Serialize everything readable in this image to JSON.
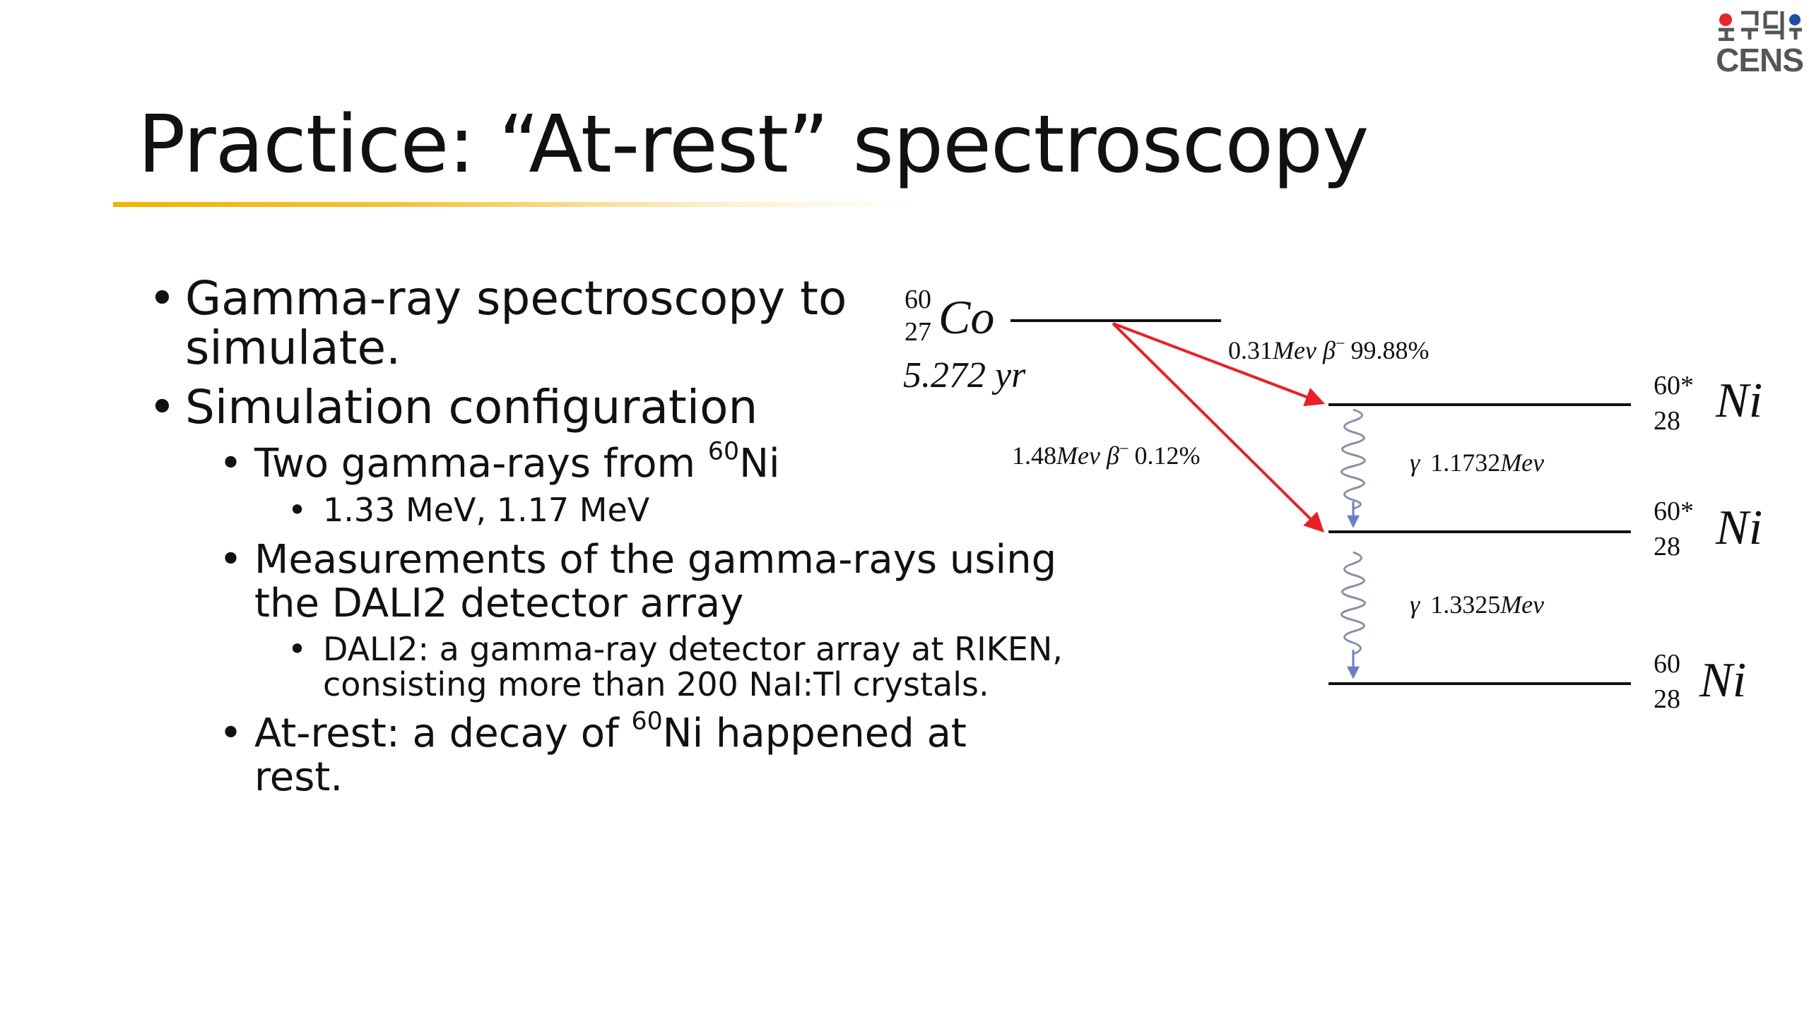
{
  "logo": {
    "text": "CENS"
  },
  "slide": {
    "title": "Practice: “At-rest” spectroscopy"
  },
  "bullets": {
    "b1": "Gamma-ray spectroscopy to simulate.",
    "b2": "Simulation configuration",
    "b2_1_pre": "Two gamma-rays from ",
    "b2_1_sup": "60",
    "b2_1_post": "Ni",
    "b2_1_1": "1.33 MeV, 1.17 MeV",
    "b2_2": "Measurements of the gamma-rays using the DALI2 detector array",
    "b2_2_1": "DALI2: a gamma-ray detector array at RIKEN, consisting more than 200 NaI:Tl crystals.",
    "b2_3_pre": "At-rest: a decay of ",
    "b2_3_sup": "60",
    "b2_3_post": "Ni happened at rest.",
    "dot": "•"
  },
  "diagram": {
    "parent": {
      "mass": "60",
      "z": "27",
      "symbol": "Co",
      "halflife": "5.272 yr"
    },
    "beta1": {
      "energy": "0.31",
      "unit": "Mev",
      "particle": "β",
      "charge": "−",
      "branch": "99.88%"
    },
    "beta2": {
      "energy": "1.48",
      "unit": "Mev",
      "particle": "β",
      "charge": "−",
      "branch": "0.12%"
    },
    "gamma1": {
      "symbol": "γ",
      "energy": "1.1732",
      "unit": "Mev"
    },
    "gamma2": {
      "symbol": "γ",
      "energy": "1.3325",
      "unit": "Mev"
    },
    "level1": {
      "mass": "60*",
      "z": "28",
      "symbol": "Ni"
    },
    "level2": {
      "mass": "60*",
      "z": "28",
      "symbol": "Ni"
    },
    "level3": {
      "mass": "60",
      "z": "28",
      "symbol": "Ni"
    },
    "colors": {
      "beta_arrow": "#e8202a",
      "gamma_arrow": "#6d7fc4",
      "level_line": "#111111"
    }
  }
}
